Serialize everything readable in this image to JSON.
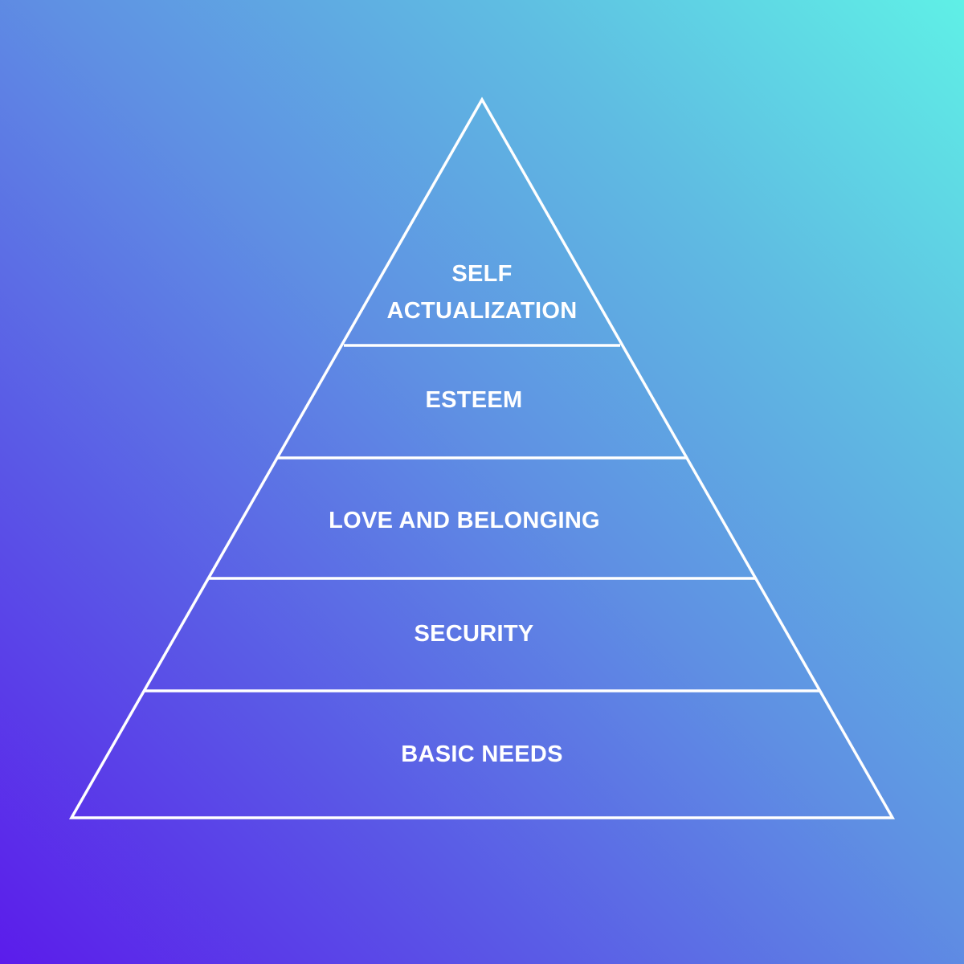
{
  "diagram": {
    "type": "pyramid",
    "line_color": "#ffffff",
    "background_colors": [
      "#5b1ceb",
      "#5ff0e6"
    ],
    "levels": [
      {
        "lines": [
          "SELF",
          "ACTUALIZATION"
        ]
      },
      {
        "lines": [
          "ESTEEM"
        ]
      },
      {
        "lines": [
          "LOVE AND BELONGING"
        ]
      },
      {
        "lines": [
          "SECURITY"
        ]
      },
      {
        "lines": [
          "BASIC NEEDS"
        ]
      }
    ]
  }
}
